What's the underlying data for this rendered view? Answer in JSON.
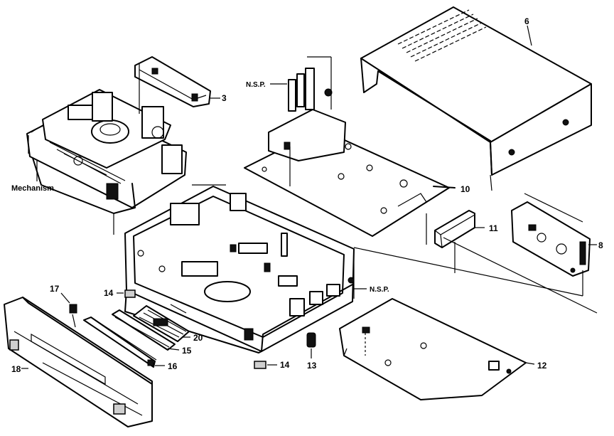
{
  "callouts": {
    "mechanism": "Mechanism",
    "nsp_top": "N.S.P.",
    "nsp_right": "N.S.P.",
    "n3": "3",
    "n6": "6",
    "n8": "8",
    "n10": "10",
    "n11": "11",
    "n12": "12",
    "n13": "13",
    "n14a": "14",
    "n14b": "14",
    "n15": "15",
    "n16": "16",
    "n17": "17",
    "n18": "18",
    "n20": "20"
  },
  "colors": {
    "ink": "#000000",
    "paper": "#ffffff",
    "shade": "#cfcfcf"
  }
}
